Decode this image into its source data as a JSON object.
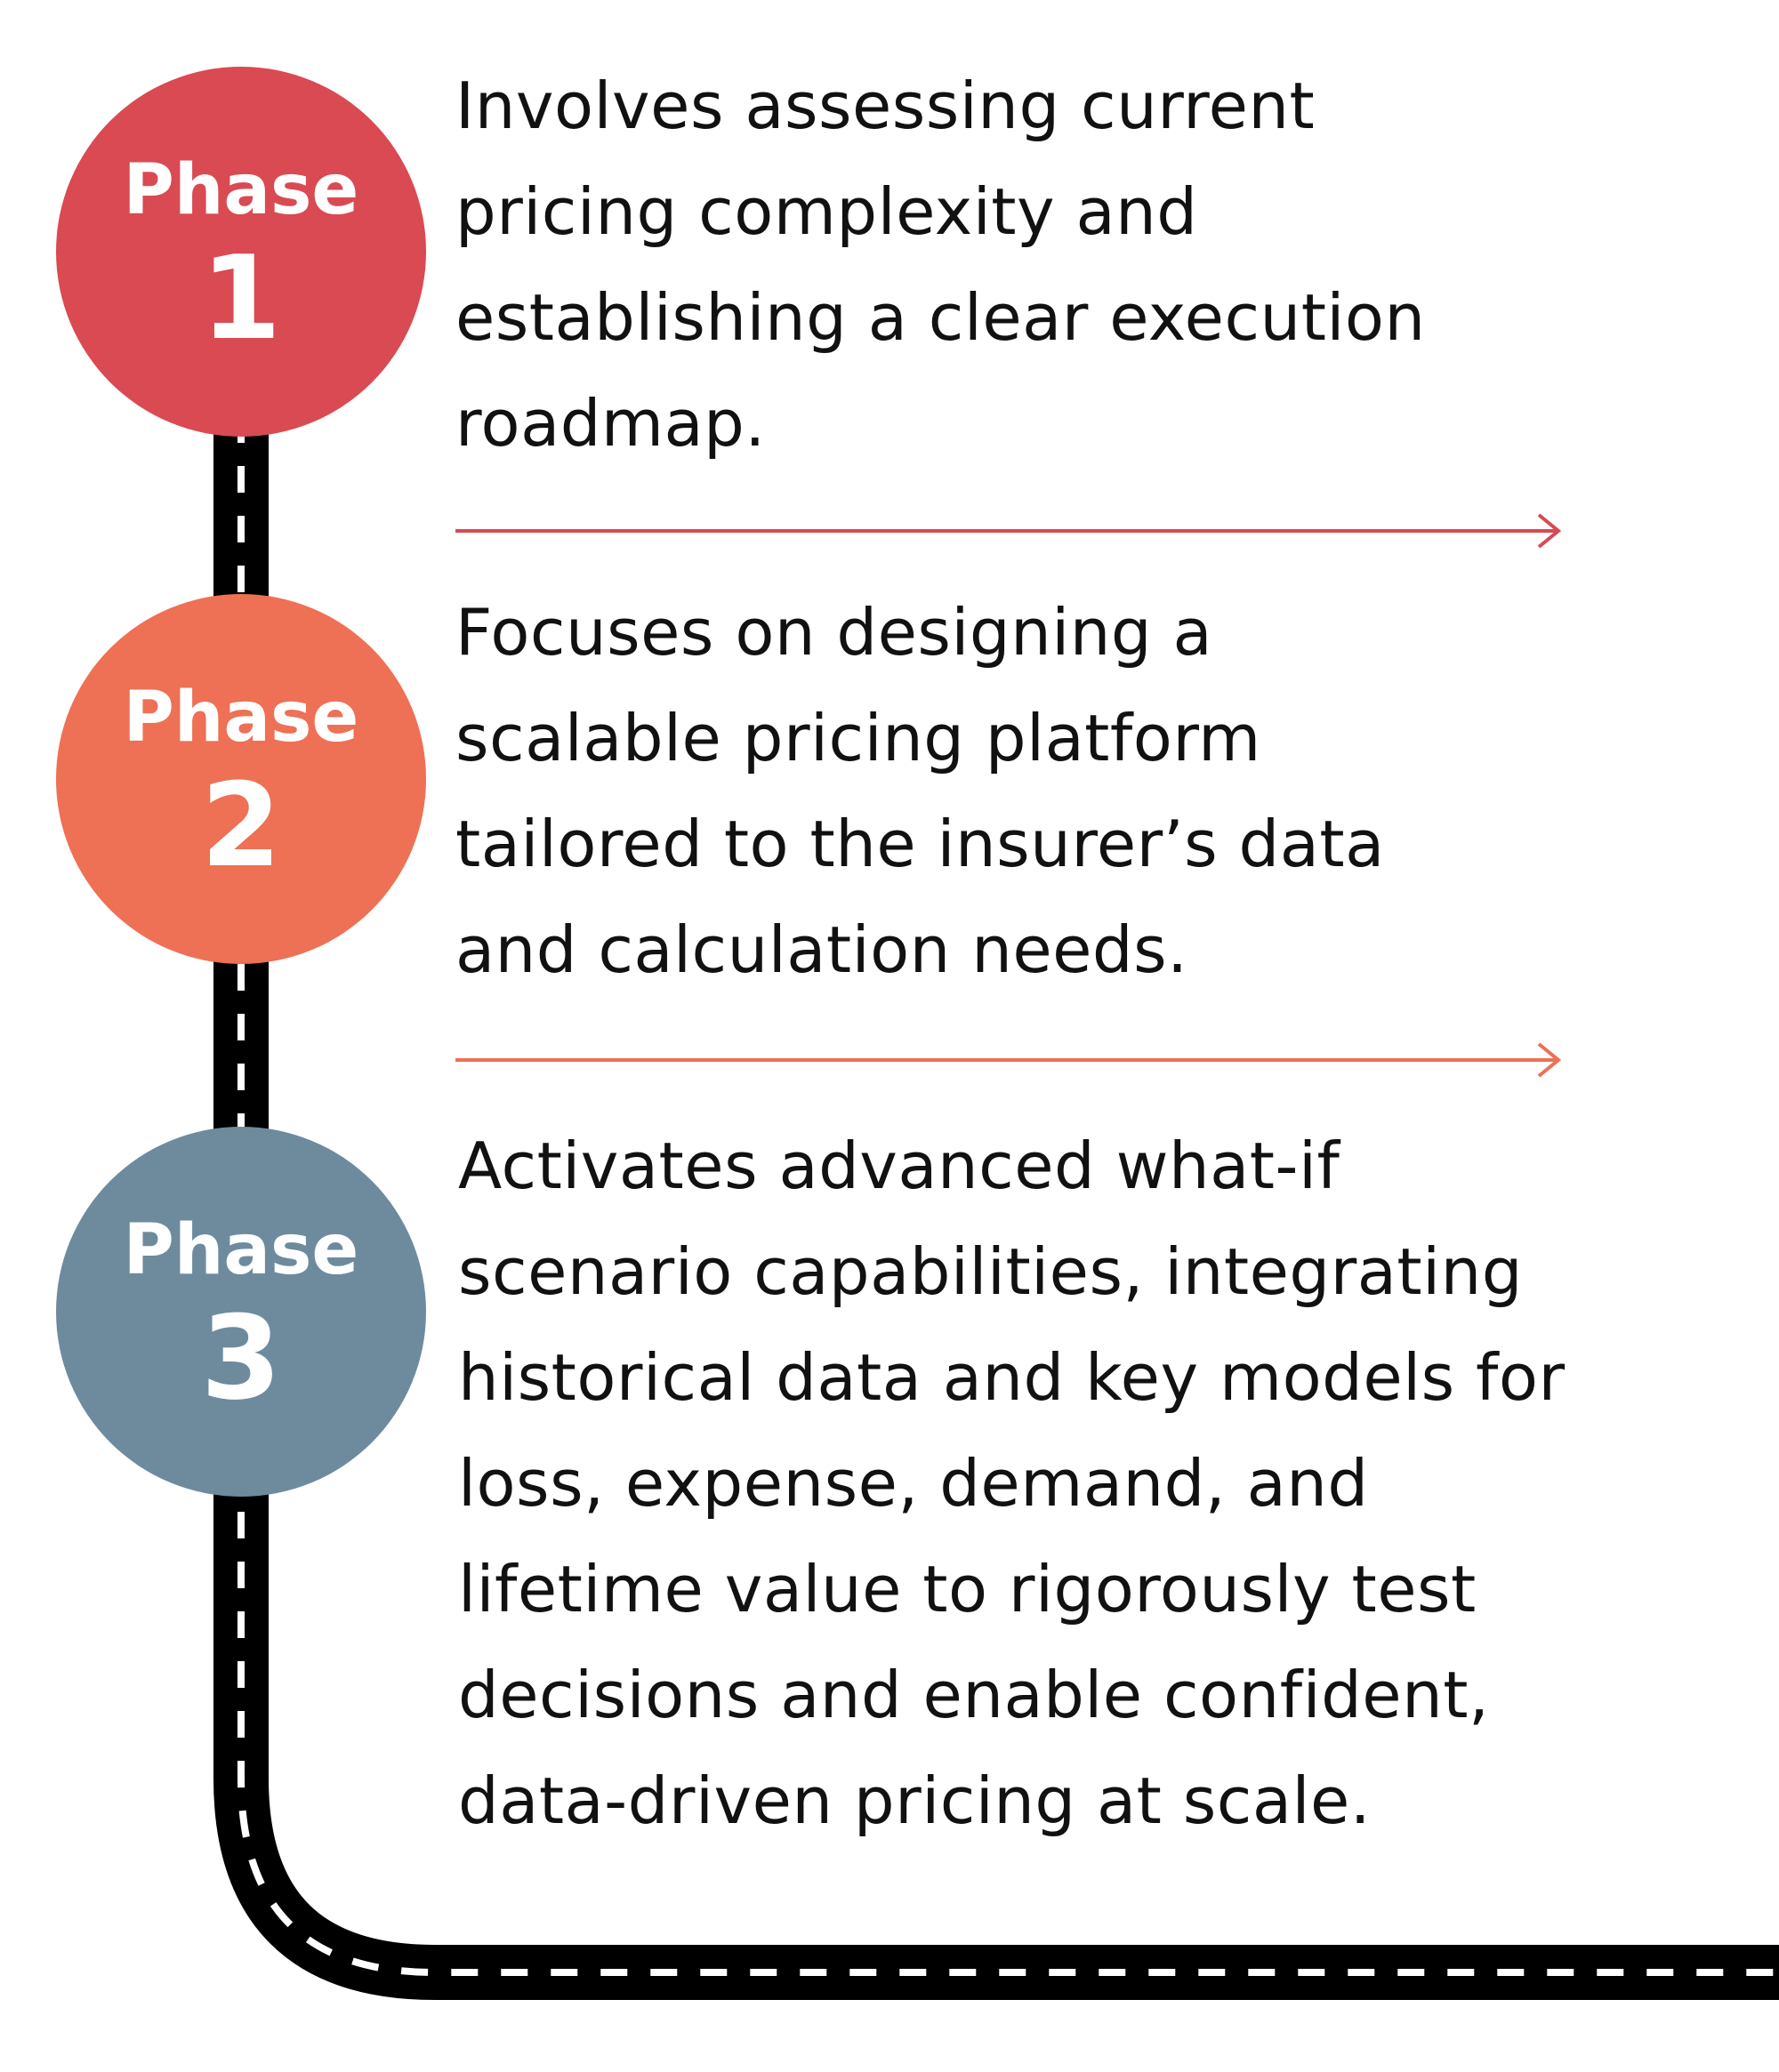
{
  "colors": {
    "phase1": "#D94A53",
    "phase2": "#EE7055",
    "phase3": "#6E8B9E",
    "road": "#000000",
    "dash": "#FFFFFF"
  },
  "phases": [
    {
      "label": "Phase",
      "number": "1",
      "lines": [
        "Involves assessing current",
        "pricing complexity and",
        "establishing a clear execution",
        "roadmap."
      ]
    },
    {
      "label": "Phase",
      "number": "2",
      "lines": [
        "Focuses on designing a",
        "scalable pricing platform",
        "tailored to the insurer’s data",
        "and calculation needs."
      ]
    },
    {
      "label": "Phase",
      "number": "3",
      "lines": [
        "Activates advanced what-if",
        "scenario capabilities, integrating",
        "historical data and key models for",
        "loss, expense, demand, and",
        "lifetime value to rigorously test",
        "decisions and enable confident,",
        "data-driven pricing at scale."
      ]
    }
  ]
}
